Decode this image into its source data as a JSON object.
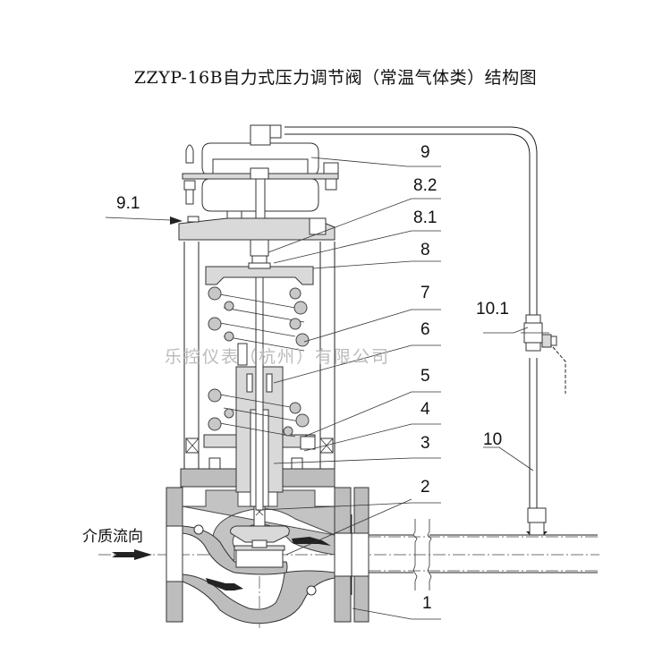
{
  "title": "ZZYP-16B自力式压力调节阀（常温气体类）结构图",
  "watermark": "乐控仪表（杭州）有限公司",
  "flow_label": "介质流向",
  "part_labels": {
    "p9": "9",
    "p8_2": "8.2",
    "p8_1": "8.1",
    "p8": "8",
    "p7": "7",
    "p6": "6",
    "p5": "5",
    "p4": "4",
    "p3": "3",
    "p2": "2",
    "p1": "1",
    "p9_1": "9.1",
    "p10_1": "10.1",
    "p10": "10"
  },
  "colors": {
    "casting": "#bdbdbd",
    "light_part": "#d9d9d9",
    "line": "#222222",
    "watermark": "#bbbbbb"
  }
}
